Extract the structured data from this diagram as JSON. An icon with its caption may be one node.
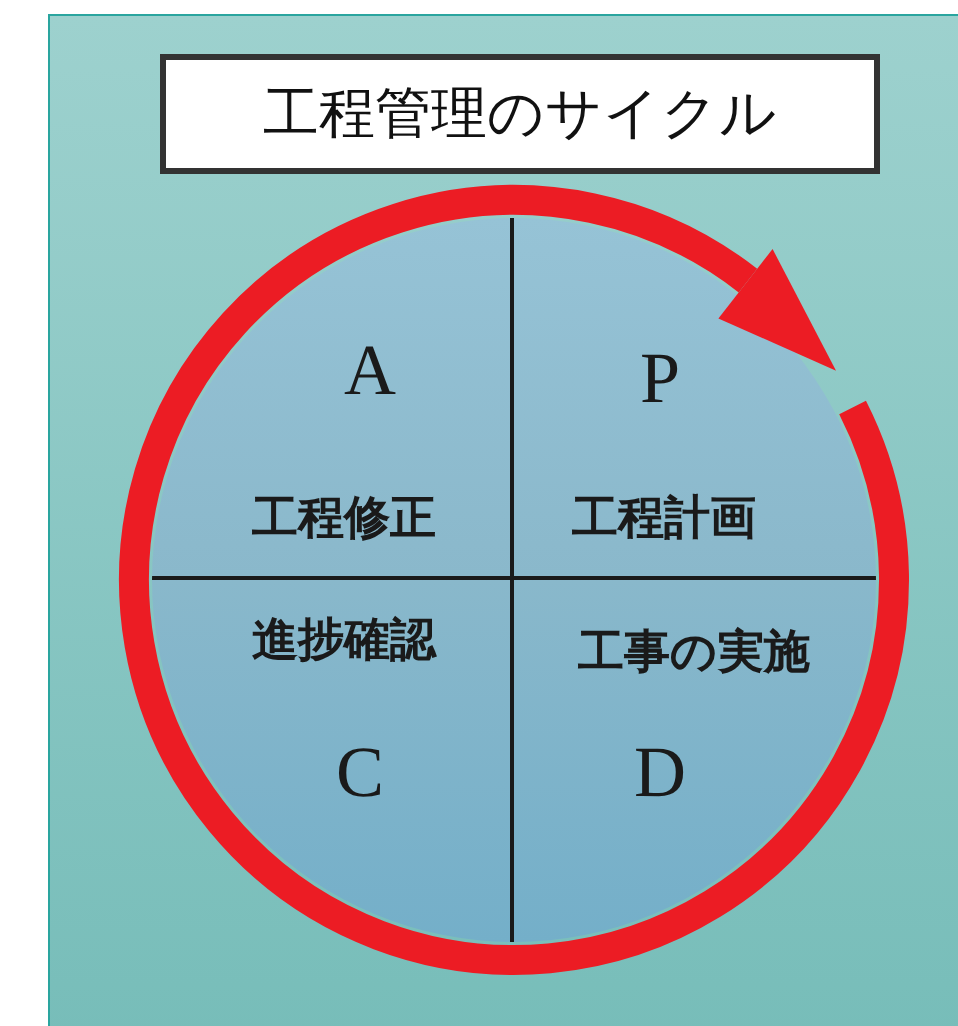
{
  "diagram": {
    "title": "工程管理のサイクル",
    "nodes": [
      {
        "text": [
          "A",
          "工程修正"
        ]
      },
      {
        "text": [
          "P",
          "工程計画"
        ]
      },
      {
        "text": [
          "進捗確認",
          "C"
        ]
      },
      {
        "text": [
          "工事の実施",
          "D"
        ]
      }
    ]
  }
}
